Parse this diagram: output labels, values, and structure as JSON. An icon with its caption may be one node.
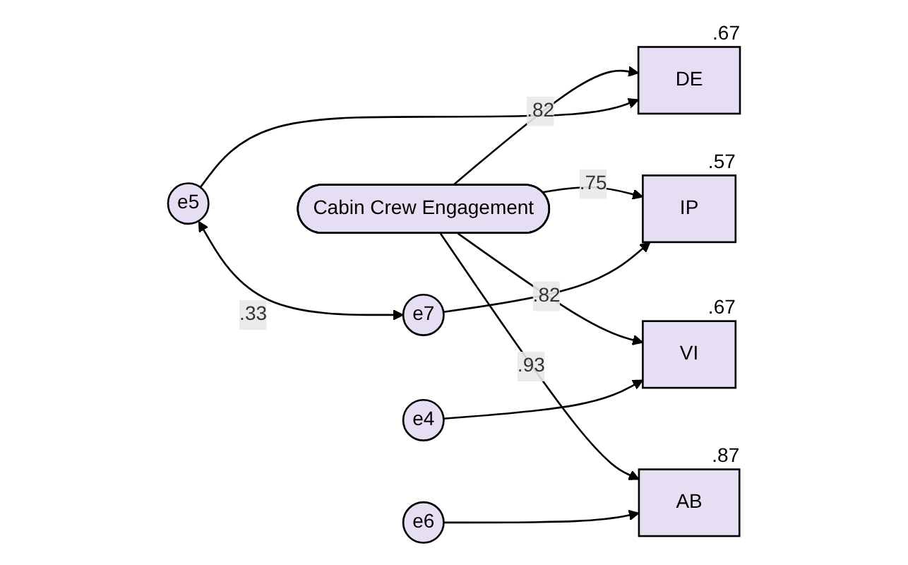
{
  "diagram": {
    "nodes": [
      {
        "text": [
          "Cabin Crew Engagement"
        ]
      },
      {
        "text": [
          "VI"
        ],
        "beside": [
          ".67"
        ]
      },
      {
        "text": [
          "DE"
        ],
        "beside": [
          ".67"
        ]
      },
      {
        "text": [
          "AB"
        ],
        "beside": [
          ".87"
        ]
      },
      {
        "text": [
          "IP"
        ],
        "beside": [
          ".57"
        ]
      },
      {
        "text": [
          "e4"
        ]
      },
      {
        "text": [
          "e5"
        ]
      },
      {
        "text": [
          "e6"
        ]
      },
      {
        "text": [
          "e7"
        ]
      }
    ],
    "edges": [
      {
        "from": 0,
        "to": 1,
        "arrow": "to",
        "label": ".82"
      },
      {
        "from": 0,
        "to": 2,
        "arrow": "to",
        "label": ".82"
      },
      {
        "from": 0,
        "to": 3,
        "arrow": "to",
        "label": ".93"
      },
      {
        "from": 0,
        "to": 4,
        "arrow": "to",
        "label": ".75"
      },
      {
        "from": 5,
        "to": 1,
        "arrow": "to"
      },
      {
        "from": 6,
        "to": 2,
        "arrow": "to"
      },
      {
        "from": 7,
        "to": 3,
        "arrow": "to"
      },
      {
        "from": 8,
        "to": 4,
        "arrow": "to"
      },
      {
        "from": 6,
        "to": 8,
        "arrow": "both",
        "label": ".33"
      }
    ]
  }
}
